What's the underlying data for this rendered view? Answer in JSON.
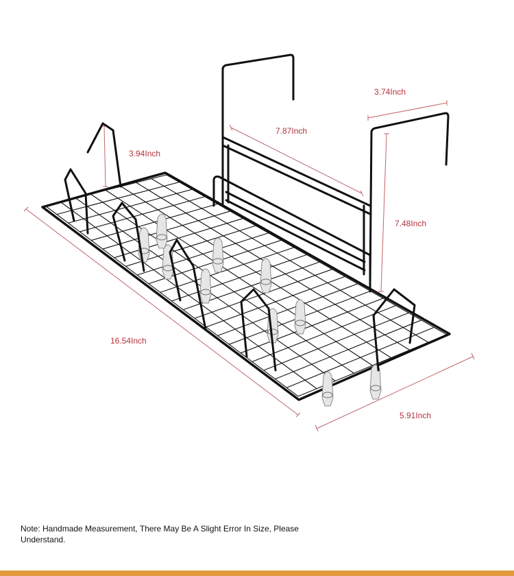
{
  "dimensions": {
    "top_width": "3.74Inch",
    "hook_span": "7.87Inch",
    "end_height": "3.94Inch",
    "height": "7.48Inch",
    "length": "16.54Inch",
    "depth": "5.91Inch"
  },
  "note": "Note: Handmade Measurement, There May Be A Slight Error In Size, Please Understand.",
  "colors": {
    "dimension_text": "#b5323a",
    "dimension_line": "#c0646a",
    "rack": "#111111",
    "clip": "#8a8a8a",
    "bottom_bar": "#e39a3c"
  }
}
